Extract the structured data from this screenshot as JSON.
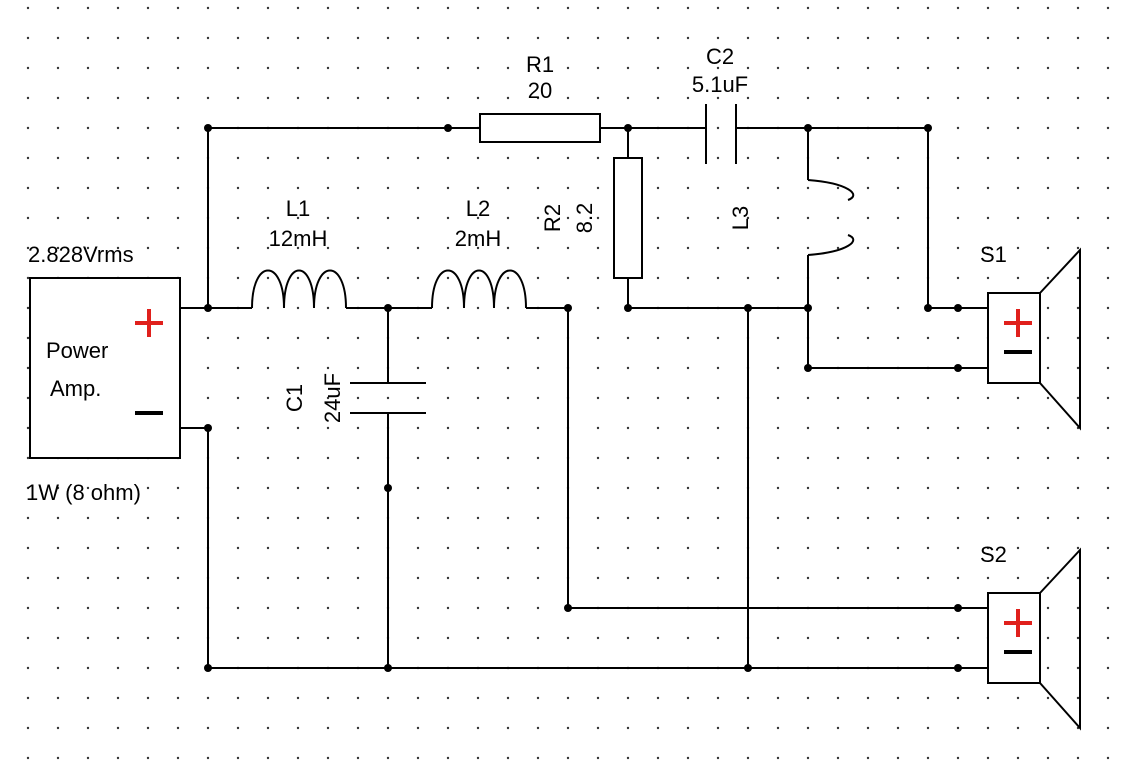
{
  "source": {
    "voltage": "2.828Vrms",
    "name_line1": "Power",
    "name_line2": "Amp.",
    "rating": "1W (8 ohm)"
  },
  "components": {
    "R1": {
      "ref": "R1",
      "value": "20"
    },
    "C2": {
      "ref": "C2",
      "value": "5.1uF"
    },
    "R2": {
      "ref": "R2",
      "value": "8.2"
    },
    "L3": {
      "ref": "L3",
      "value": ""
    },
    "L1": {
      "ref": "L1",
      "value": "12mH"
    },
    "L2": {
      "ref": "L2",
      "value": "2mH"
    },
    "C1": {
      "ref": "C1",
      "value": "24uF"
    }
  },
  "speakers": [
    {
      "ref": "S1"
    },
    {
      "ref": "S2"
    }
  ],
  "colors": {
    "wire": "#000000",
    "polarity_plus": "#e0201c",
    "polarity_minus": "#000000",
    "grid_dot": "#333333",
    "background": "#ffffff"
  }
}
